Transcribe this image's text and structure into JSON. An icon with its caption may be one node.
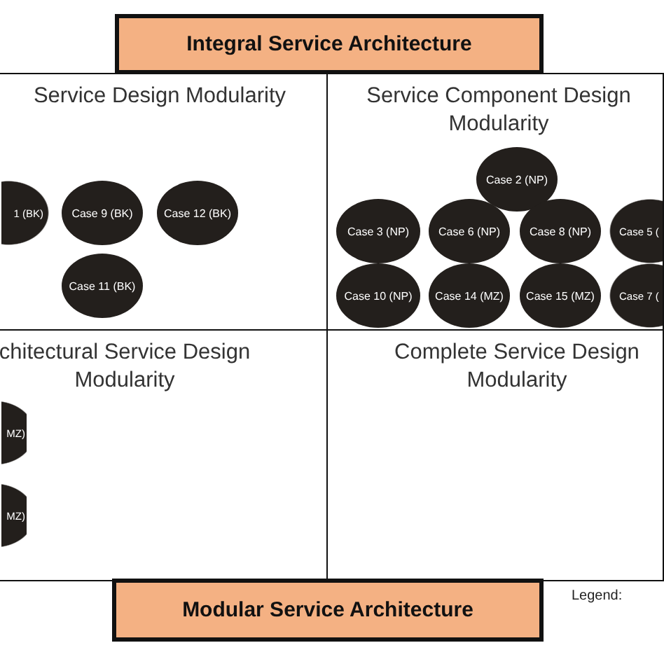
{
  "diagram": {
    "nodes": [
      {
        "text": [
          "Integral Service Architecture"
        ]
      },
      {
        "text": [
          "Service Design Modularity"
        ]
      },
      {
        "text": [
          "Service Component Design Modularity"
        ]
      },
      {
        "text": [
          "chitectural Service Design Modularity"
        ]
      },
      {
        "text": [
          "Complete Service Design Modularity"
        ]
      },
      {
        "text": [
          "Modular Service Architecture"
        ]
      },
      {
        "text": [
          "1 (BK)"
        ],
        "in": 1
      },
      {
        "text": [
          "Case 9 (BK)"
        ],
        "in": 1
      },
      {
        "text": [
          "Case 12 (BK)"
        ],
        "in": 1
      },
      {
        "text": [
          "Case 11 (BK)"
        ],
        "in": 1
      },
      {
        "text": [
          "Case 2 (NP)"
        ],
        "in": 2
      },
      {
        "text": [
          "Case 3 (NP)"
        ],
        "in": 2
      },
      {
        "text": [
          "Case 6 (NP)"
        ],
        "in": 2
      },
      {
        "text": [
          "Case 8 (NP)"
        ],
        "in": 2
      },
      {
        "text": [
          "Case 5 ("
        ],
        "in": 2
      },
      {
        "text": [
          "Case 10 (NP)"
        ],
        "in": 2
      },
      {
        "text": [
          "Case 14 (MZ)"
        ],
        "in": 2
      },
      {
        "text": [
          "Case 15 (MZ)"
        ],
        "in": 2
      },
      {
        "text": [
          "Case 7 ("
        ],
        "in": 2
      },
      {
        "text": [
          "MZ)"
        ],
        "in": 3
      },
      {
        "text": [
          "MZ)"
        ],
        "in": 3
      }
    ],
    "edges": [],
    "labels": [
      "Legend:"
    ]
  }
}
